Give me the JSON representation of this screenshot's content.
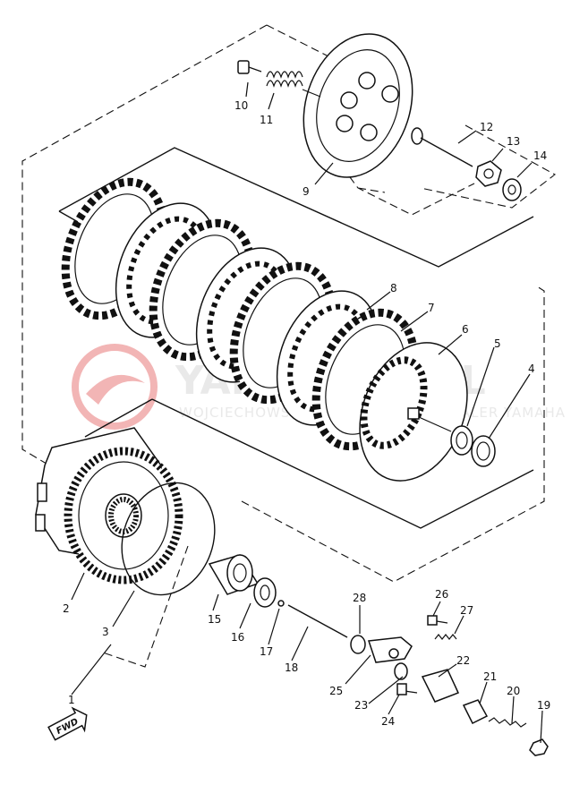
{
  "watermark": {
    "brand": "YAMASHOP.PL",
    "tagline": "WOJCIECHOWSKI AUTORYZOWANY DEALER YAMAHA",
    "logo_color": "#f2b5b5"
  },
  "fwd_label": "FWD",
  "parts": [
    {
      "n": "1"
    },
    {
      "n": "2"
    },
    {
      "n": "3"
    },
    {
      "n": "4"
    },
    {
      "n": "5"
    },
    {
      "n": "6"
    },
    {
      "n": "7"
    },
    {
      "n": "8"
    },
    {
      "n": "9"
    },
    {
      "n": "10"
    },
    {
      "n": "11"
    },
    {
      "n": "12"
    },
    {
      "n": "13"
    },
    {
      "n": "14"
    },
    {
      "n": "15"
    },
    {
      "n": "16"
    },
    {
      "n": "17"
    },
    {
      "n": "18"
    },
    {
      "n": "19"
    },
    {
      "n": "20"
    },
    {
      "n": "21"
    },
    {
      "n": "22"
    },
    {
      "n": "23"
    },
    {
      "n": "24"
    },
    {
      "n": "25"
    },
    {
      "n": "26"
    },
    {
      "n": "27"
    },
    {
      "n": "28"
    }
  ]
}
